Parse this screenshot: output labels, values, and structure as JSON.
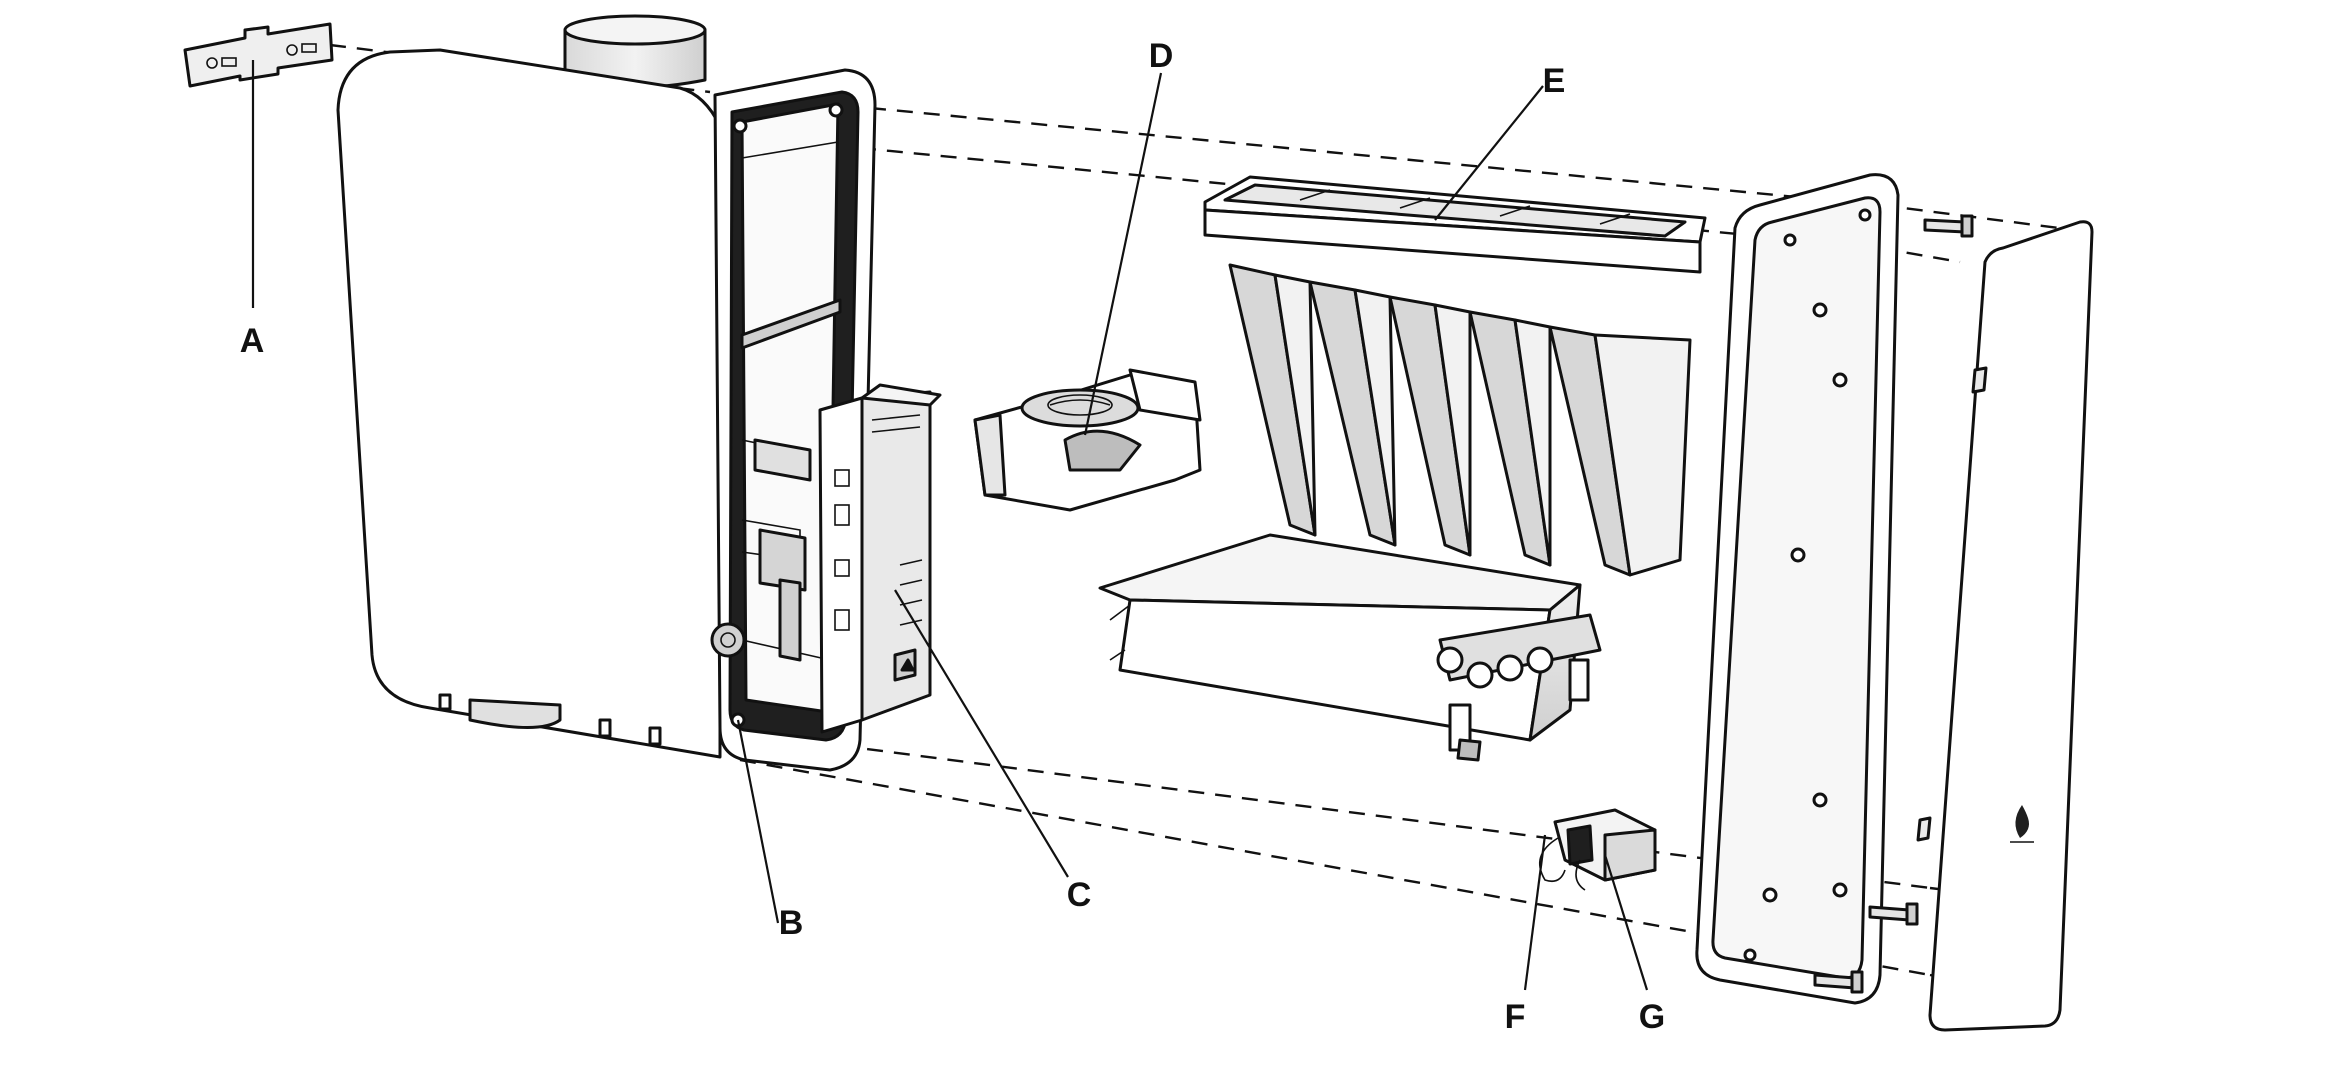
{
  "labels": {
    "a": "A",
    "b": "B",
    "c": "C",
    "d": "D",
    "e": "E",
    "f": "F",
    "g": "G"
  },
  "colors": {
    "line": "#111111",
    "housing_fill": "#ffffff",
    "shade_fill": "#e6e6e6",
    "dark_fill": "#bdbdbd"
  },
  "icons": {
    "cover_logo": "flame-logo-icon"
  }
}
